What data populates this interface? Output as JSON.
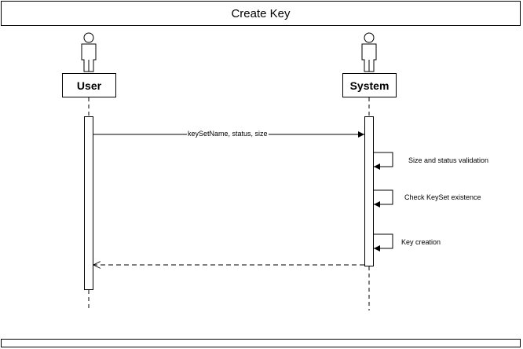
{
  "diagram": {
    "title": "Create Key",
    "participants": [
      {
        "label": "User",
        "icon": "actor-icon"
      },
      {
        "label": "System",
        "icon": "actor-icon"
      }
    ],
    "messages": [
      {
        "from": "User",
        "to": "System",
        "label": "keySetName, status, size",
        "style": "solid"
      },
      {
        "from": "System",
        "to": "System",
        "label": "Size and status validation",
        "style": "self"
      },
      {
        "from": "System",
        "to": "System",
        "label": "Check KeySet existence",
        "style": "self"
      },
      {
        "from": "System",
        "to": "System",
        "label": "Key creation",
        "style": "self"
      },
      {
        "from": "System",
        "to": "User",
        "label": "",
        "style": "dashed-return"
      }
    ]
  }
}
